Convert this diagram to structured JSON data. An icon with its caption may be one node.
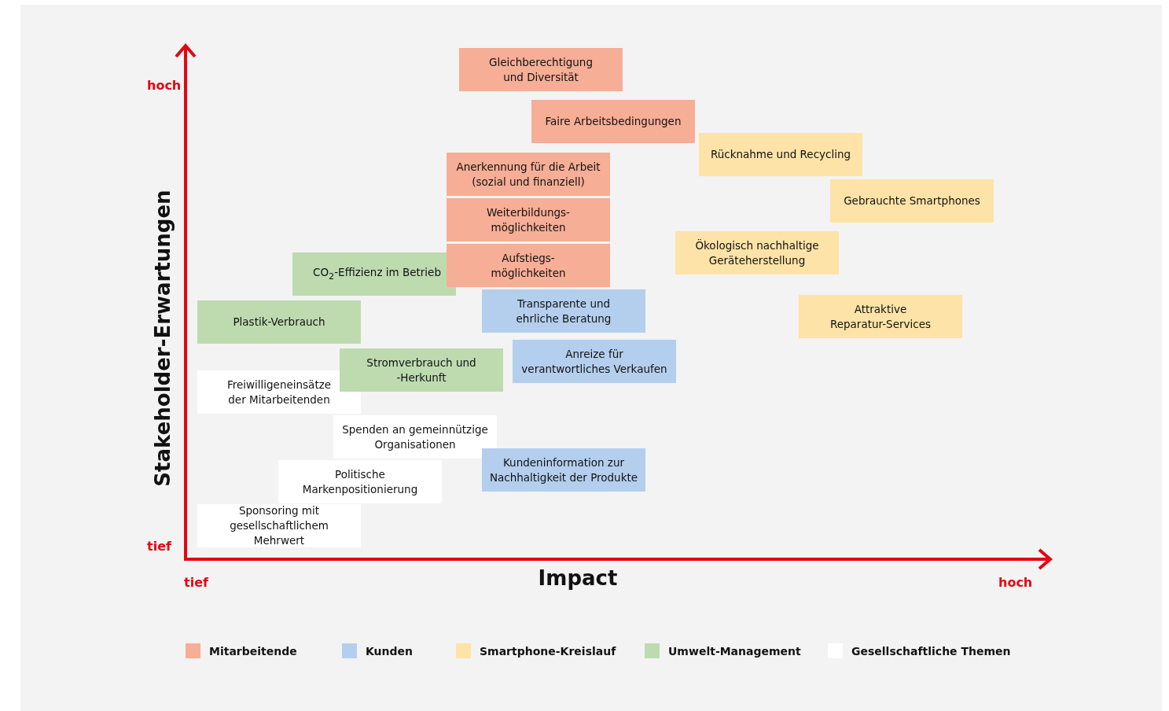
{
  "diagram": {
    "nodes": [
      {
        "text": [
          "Gleichberechtigung und Diversität"
        ]
      },
      {
        "text": [
          "Faire Arbeitsbedingungen"
        ]
      },
      {
        "text": [
          "Rücknahme und Recycling"
        ]
      },
      {
        "text": [
          "Anerkennung für die Arbeit (sozial und finanziell)"
        ]
      },
      {
        "text": [
          "Gebrauchte Smartphones"
        ]
      },
      {
        "text": [
          "Weiterbildungs- möglichkeiten"
        ]
      },
      {
        "text": [
          "Ökologisch nachhaltige Geräteherstellung"
        ]
      },
      {
        "text": [
          "Aufstiegs- möglichkeiten"
        ]
      },
      {
        "text": [
          "CO$_{2}$-Effizienz im Betrieb"
        ]
      },
      {
        "text": [
          "Transparente und ehrliche Beratung"
        ]
      },
      {
        "text": [
          "Attraktive Reparatur-Services"
        ]
      },
      {
        "text": [
          "Plastik-Verbrauch"
        ]
      },
      {
        "text": [
          "Anreize für verantwortliches Verkaufen"
        ]
      },
      {
        "text": [
          "Stromverbrauch und -Herkunft"
        ]
      },
      {
        "text": [
          "Freiwilligeneinsätze der Mitarbeitenden"
        ]
      },
      {
        "text": [
          "Spenden an gemeinnützige Organisationen"
        ]
      },
      {
        "text": [
          "Kundeninformation zur Nachhaltigkeit der Produkte"
        ]
      },
      {
        "text": [
          "Politische Markenpositionierung"
        ]
      },
      {
        "text": [
          "Sponsoring mit gesellschaftlichem Mehrwert"
        ]
      }
    ],
    "labels": [
      "hoch",
      "Stakeholder-Erwartungen",
      "tief",
      "tief",
      "Impact",
      "hoch"
    ],
    "legend": [
      {
        "text": "Mitarbeitende",
        "color": "#f6ae96"
      },
      {
        "text": "Kunden",
        "color": "#b4cfee"
      },
      {
        "text": "Smartphone-Kreislauf",
        "color": "#fde3a7"
      },
      {
        "text": "Umwelt-Management",
        "color": "#bedbb0"
      },
      {
        "text": "Gesellschaftliche Themen",
        "color": "#ffffff"
      }
    ]
  }
}
